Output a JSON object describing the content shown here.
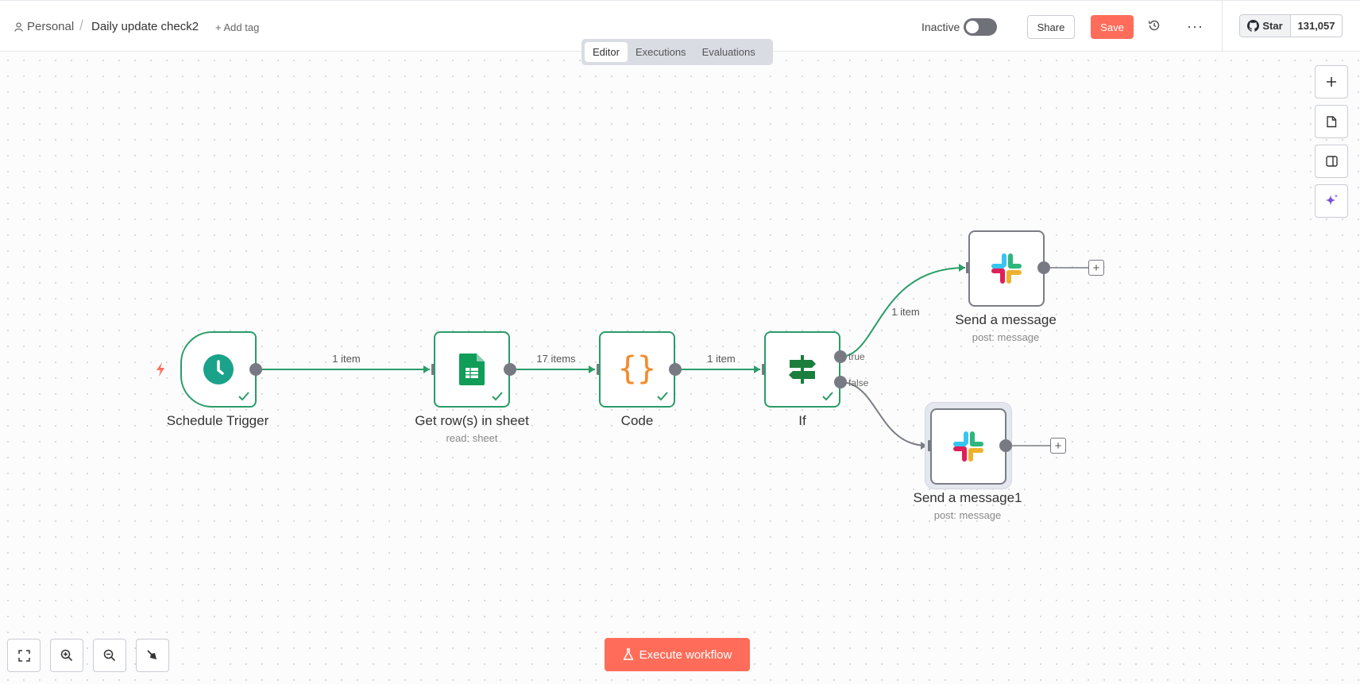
{
  "header": {
    "breadcrumb_project": "Personal",
    "breadcrumb_separator": "/",
    "workflow_name": "Daily update check2",
    "add_tag_label": "+ Add tag",
    "active_status_label": "Inactive",
    "active": false,
    "share_label": "Share",
    "save_label": "Save",
    "more_label": "···",
    "github_star_label": "Star",
    "github_star_count": "131,057"
  },
  "tabs": [
    {
      "label": "Editor",
      "active": true
    },
    {
      "label": "Executions",
      "active": false
    },
    {
      "label": "Evaluations",
      "active": false
    }
  ],
  "nodes": {
    "schedule_trigger": {
      "name": "Schedule Trigger",
      "icon": "clock-icon",
      "executed": true
    },
    "get_rows": {
      "name": "Get row(s) in sheet",
      "subtitle": "read: sheet",
      "icon": "google-sheets-icon",
      "executed": true
    },
    "code": {
      "name": "Code",
      "icon": "curly-braces-icon",
      "executed": true
    },
    "if": {
      "name": "If",
      "icon": "signpost-icon",
      "executed": true,
      "outputs": {
        "true_label": "true",
        "false_label": "false"
      }
    },
    "send_message": {
      "name": "Send a message",
      "subtitle": "post: message",
      "icon": "slack-icon"
    },
    "send_message1": {
      "name": "Send a message1",
      "subtitle": "post: message",
      "icon": "slack-icon",
      "selected": true
    }
  },
  "edges": {
    "trigger_to_sheet": "1 item",
    "sheet_to_code": "17 items",
    "code_to_if": "1 item",
    "if_true_to_send": "1 item"
  },
  "plus_label": "+",
  "execute_label": "Execute workflow",
  "colors": {
    "accent": "#ff6d5a",
    "success": "#2a9c68",
    "handle": "#777a82"
  }
}
